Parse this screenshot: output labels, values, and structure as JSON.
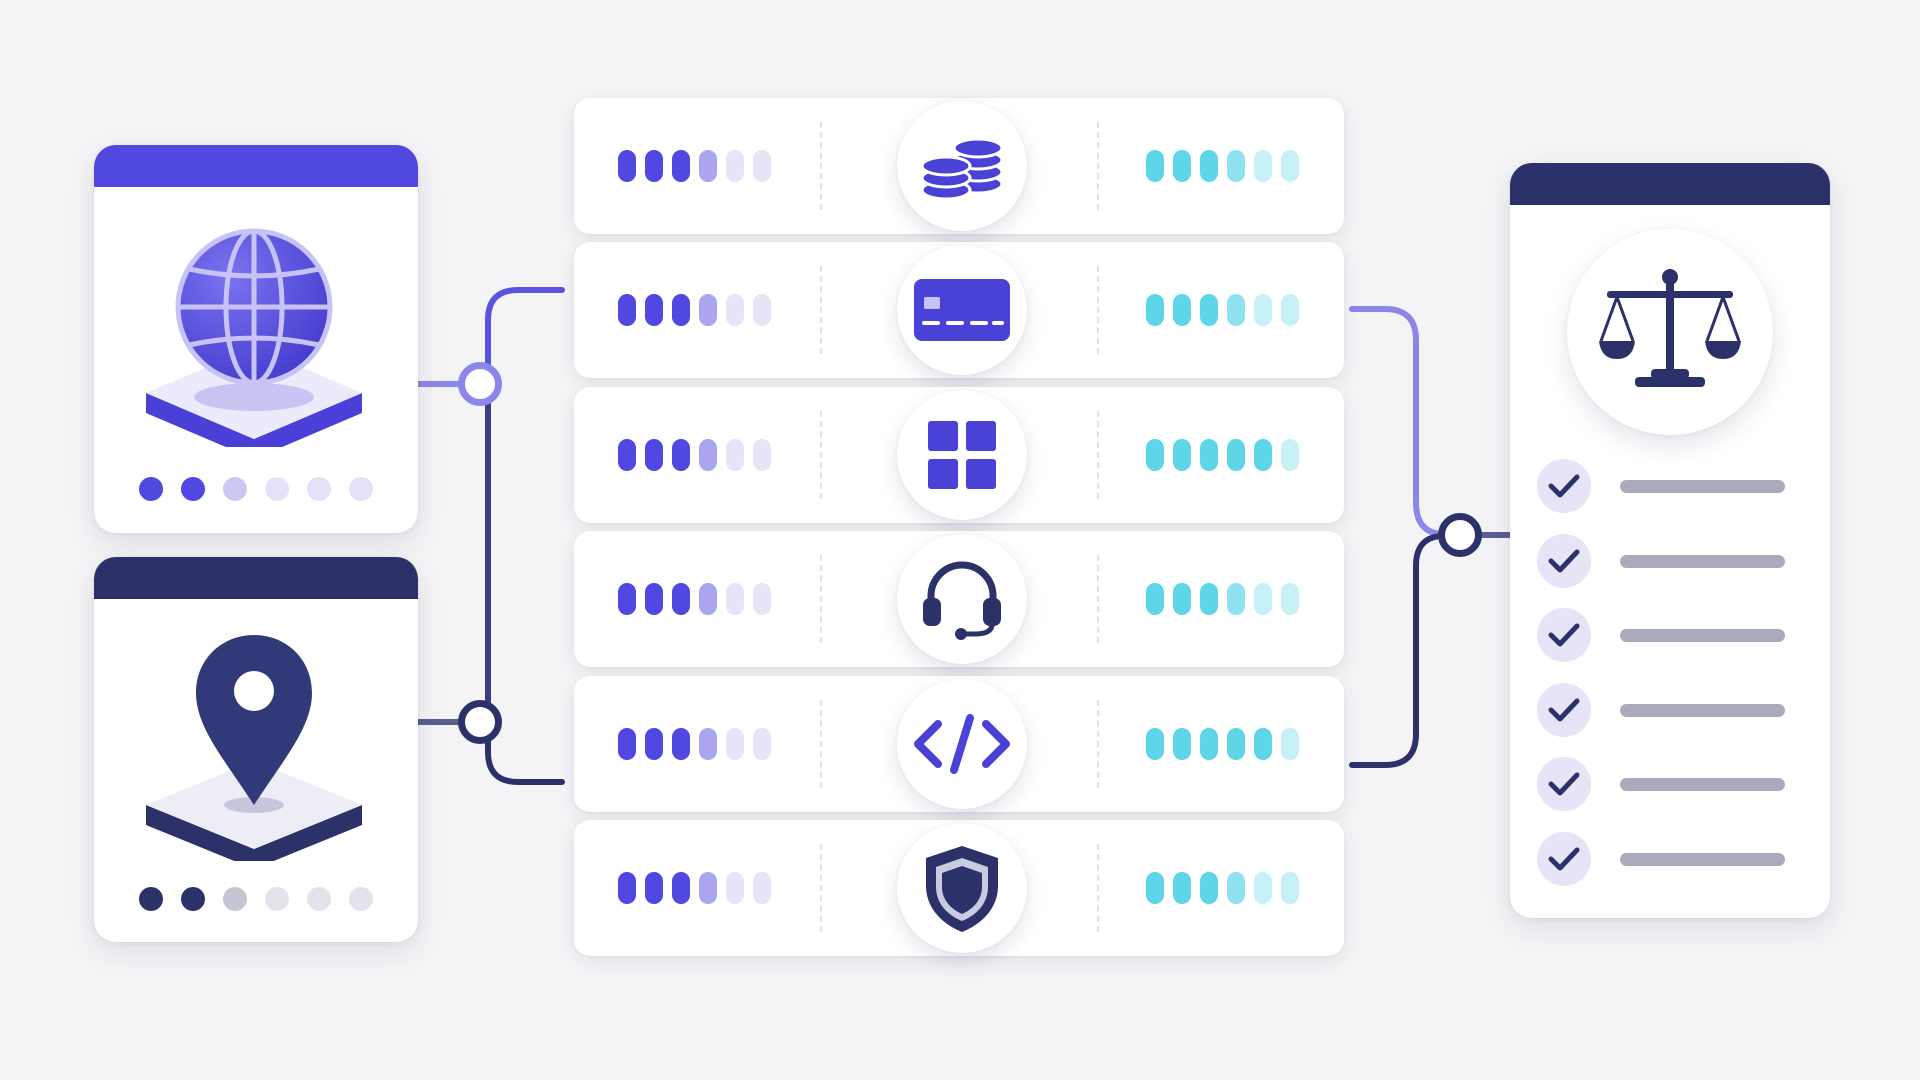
{
  "colors": {
    "background": "#f4f4f6",
    "primary": "#5048e0",
    "primary_light": "#aaa6ee",
    "primary_pale": "#e6e4f6",
    "navy": "#2c3169",
    "navy_light": "#b4b6c8",
    "cyan": "#5ed6e8",
    "cyan_light": "#bcefF6",
    "grey_line": "#a9abbd"
  },
  "source_cards": [
    {
      "icon": "globe-icon",
      "header_color": "#5048e0",
      "dots_total": 6,
      "dots_active": 2
    },
    {
      "icon": "location-pin-icon",
      "header_color": "#2c3169",
      "dots_total": 6,
      "dots_active": 2
    }
  ],
  "service_rows": [
    {
      "icon": "coins-icon",
      "left_level": 4,
      "right_level": 4
    },
    {
      "icon": "credit-card-icon",
      "left_level": 4,
      "right_level": 4
    },
    {
      "icon": "apps-grid-icon",
      "left_level": 4,
      "right_level": 5
    },
    {
      "icon": "headset-icon",
      "left_level": 4,
      "right_level": 4
    },
    {
      "icon": "code-icon",
      "left_level": 4,
      "right_level": 5
    },
    {
      "icon": "shield-icon",
      "left_level": 4,
      "right_level": 4
    }
  ],
  "pill_count": 6,
  "compliance_card": {
    "icon": "scales-icon",
    "header_color": "#2c3169",
    "checklist_items": 6,
    "checked_items": 6
  }
}
